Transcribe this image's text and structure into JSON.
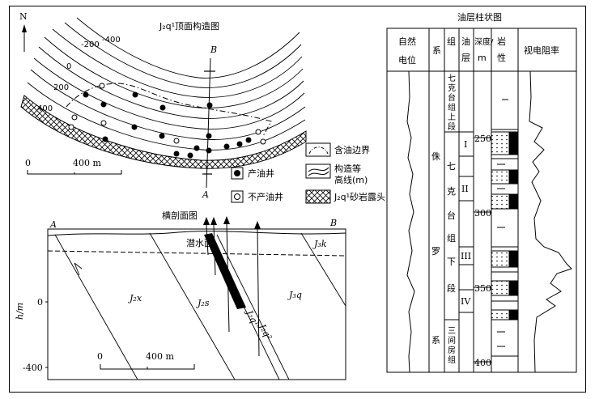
{
  "map": {
    "north": "N",
    "title": "J₂q¹顶面构造图",
    "section_top": "B",
    "section_bottom": "A",
    "contours": [
      "-400",
      "-200",
      "0",
      "200",
      "400"
    ],
    "scale": {
      "zero": "0",
      "length": "400 m"
    }
  },
  "legend": {
    "oil_boundary": "含油边界",
    "producing": "产油井",
    "contour_l1": "构造等",
    "contour_l2": "高线(m)",
    "nonproducing": "不产油井",
    "outcrop": "J₂q¹砂岩露头"
  },
  "section": {
    "title": "横剖面图",
    "left": "A",
    "right": "B",
    "water": "潜水面",
    "units": [
      "J₂x",
      "J₂s",
      "J₃q",
      "J₃k"
    ],
    "fault_labels": [
      "J₂q¹",
      "J₂q²"
    ],
    "ylabel": "h/m",
    "yticks": [
      "0",
      "-400"
    ],
    "scale": {
      "zero": "0",
      "length": "400 m"
    }
  },
  "column": {
    "title": "油层柱状图",
    "headers": {
      "sp_l1": "自然",
      "sp_l2": "电位",
      "system": "系",
      "group": "组",
      "layer_l1": "油",
      "layer_l2": "层",
      "depth_l1": "深度/",
      "depth_l2": "m",
      "lith_l1": "岩",
      "lith_l2": "性",
      "resistivity": "视电阻率"
    },
    "system_chars": [
      "侏",
      "罗",
      "系"
    ],
    "group_upper": [
      "七",
      "克",
      "台",
      "组",
      "上",
      "段"
    ],
    "group_lower": [
      "七",
      "克",
      "台",
      "组",
      "下",
      "段"
    ],
    "group_bottom": [
      "三",
      "间",
      "房",
      "组"
    ],
    "layers": [
      "I",
      "II",
      "III",
      "IV"
    ],
    "depths": [
      "250",
      "300",
      "350",
      "400"
    ]
  }
}
